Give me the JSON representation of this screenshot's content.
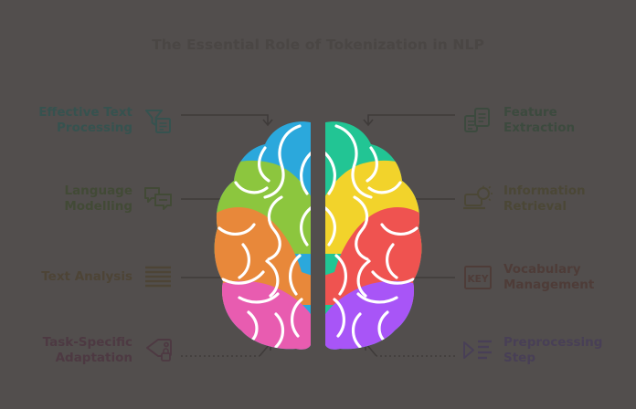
{
  "page": {
    "background": "#524E4D",
    "title": "The Essential Role of Tokenization in NLP",
    "title_color": "#4a4644"
  },
  "left_items": [
    {
      "label": "Effective Text\nProcessing",
      "color": "#36524f",
      "icon": "funnel-document-icon",
      "connector": "solid-arrow-right-down"
    },
    {
      "label": "Language\nModelling",
      "color": "#424a36",
      "icon": "chat-bubbles-icon",
      "connector": "solid-arrow-right"
    },
    {
      "label": "Text Analysis",
      "color": "#4d4436",
      "icon": "text-lines-icon",
      "connector": "solid-arrow-right"
    },
    {
      "label": "Task-Specific\nAdaptation",
      "color": "#4d3942",
      "icon": "tag-icon",
      "connector": "dotted-arrow-right-up"
    }
  ],
  "right_items": [
    {
      "label": "Feature Extraction",
      "color": "#3c4a3e",
      "icon": "documents-copy-icon",
      "connector": "solid-arrow-left-down"
    },
    {
      "label": "Information\nRetrieval",
      "color": "#4b4736",
      "icon": "search-laptop-icon",
      "connector": "solid-arrow-left"
    },
    {
      "label": "Vocabulary\nManagement",
      "color": "#4e3c38",
      "icon": "key-box-icon",
      "icon_text": "KEY",
      "connector": "solid-arrow-left"
    },
    {
      "label": "Preprocessing\nStep",
      "color": "#483f56",
      "icon": "play-lines-icon",
      "connector": "dotted-arrow-left-up"
    }
  ],
  "brain": {
    "name": "brain-illustration",
    "left_hemisphere": [
      {
        "region": "frontal-blue",
        "color": "#2BA8DC"
      },
      {
        "region": "parietal-green",
        "color": "#8CC63E"
      },
      {
        "region": "temporal-orange",
        "color": "#E8883A"
      },
      {
        "region": "occipital-pink",
        "color": "#E85CB0"
      }
    ],
    "right_hemisphere": [
      {
        "region": "frontal-teal",
        "color": "#22C594"
      },
      {
        "region": "parietal-yellow",
        "color": "#F2D32B"
      },
      {
        "region": "temporal-red",
        "color": "#EF5350"
      },
      {
        "region": "occipital-purple",
        "color": "#A855F7"
      }
    ],
    "outline_color": "#FFFFFF",
    "gap_color": "#524E4D"
  }
}
